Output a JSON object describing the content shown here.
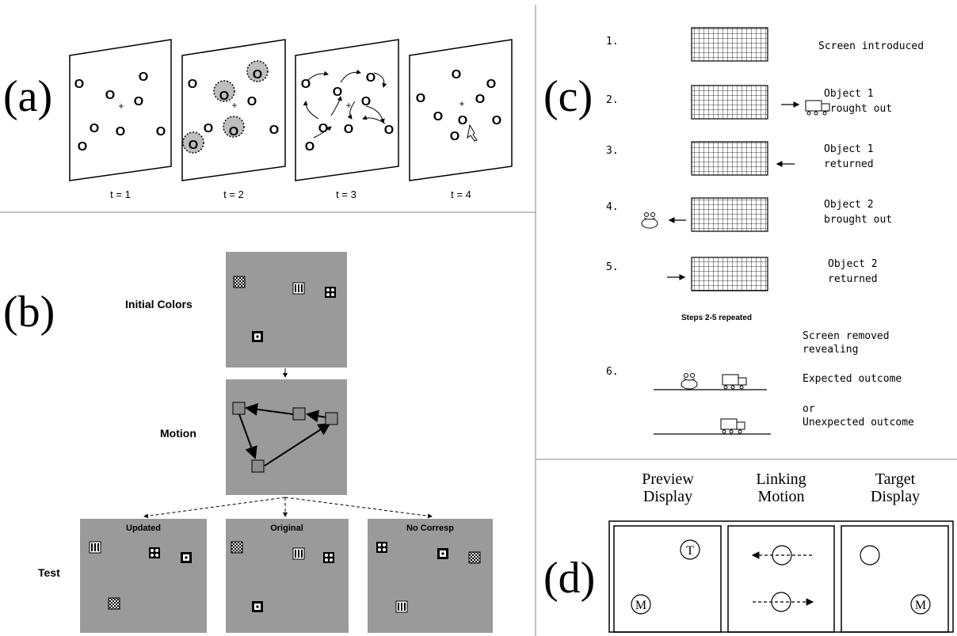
{
  "panel_a": {
    "label": "(a)",
    "frames": [
      {
        "caption": "t = 1"
      },
      {
        "caption": "t = 2"
      },
      {
        "caption": "t = 3"
      },
      {
        "caption": "t = 4"
      }
    ],
    "object_glyph": "O",
    "fixation_glyph": "+"
  },
  "panel_b": {
    "label": "(b)",
    "row_labels": {
      "initial": "Initial Colors",
      "motion": "Motion",
      "test": "Test"
    },
    "test_titles": [
      "Updated",
      "Original",
      "No Corresp"
    ],
    "panel_color": "#9a9a9a"
  },
  "panel_c": {
    "label": "(c)",
    "steps": [
      {
        "num": "1.",
        "text": [
          "Screen introduced"
        ]
      },
      {
        "num": "2.",
        "text": [
          "Object 1",
          "brought out"
        ]
      },
      {
        "num": "3.",
        "text": [
          "Object 1",
          "returned"
        ]
      },
      {
        "num": "4.",
        "text": [
          "Object 2",
          "brought out"
        ]
      },
      {
        "num": "5.",
        "text": [
          "Object 2",
          "returned"
        ]
      }
    ],
    "repeat_note": "Steps 2-5 repeated",
    "reveal_text": [
      "Screen removed",
      "revealing"
    ],
    "step6_num": "6.",
    "expected": "Expected outcome",
    "or_text": "or",
    "unexpected": "Unexpected outcome"
  },
  "panel_d": {
    "label": "(d)",
    "headers": [
      [
        "Preview",
        "Display"
      ],
      [
        "Linking",
        "Motion"
      ],
      [
        "Target",
        "Display"
      ]
    ],
    "circle_T": "T",
    "circle_M": "M"
  }
}
